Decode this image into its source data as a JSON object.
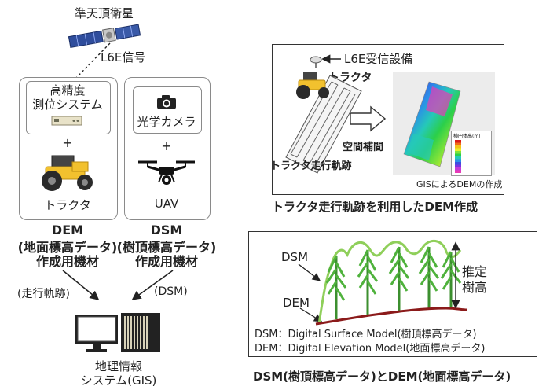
{
  "left": {
    "satellite_label": "準天頂衛星",
    "signal_label": "L6E信号",
    "box1": {
      "device_label_line1": "高精度",
      "device_label_line2": "測位システム",
      "plus": "+",
      "vehicle_label": "トラクタ",
      "title_line1": "DEM",
      "title_line2": "(地面標高データ)",
      "title_line3": "作成用機材"
    },
    "box2": {
      "device_label": "光学カメラ",
      "plus": "+",
      "vehicle_label": "UAV",
      "title_line1": "DSM",
      "title_line2": "(樹頂標高データ)",
      "title_line3": "作成用機材"
    },
    "arrow_left_label": "(走行軌跡)",
    "arrow_right_label": "(DSM)",
    "gis_label_line1": "地理情報",
    "gis_label_line2": "システム(GIS)"
  },
  "top_right": {
    "receiver_label": "L6E受信設備",
    "tractor_label": "トラクタ",
    "interp_label": "空間補間",
    "track_label": "トラクタ走行軌跡",
    "gis_dem_label": "GISによるDEMの作成",
    "legend_title": "横円体高(m)",
    "legend_colors": [
      "#d81b1b",
      "#f06a1a",
      "#f3c21a",
      "#e8f02a",
      "#7fe23a",
      "#2bcf4a",
      "#25c9b8",
      "#2b8fe8",
      "#3b4fe0",
      "#7a35e0",
      "#c23bd8",
      "#e83bb5"
    ],
    "caption": "トラクタ走行軌跡を利用したDEM作成"
  },
  "bottom_right": {
    "dsm_label": "DSM",
    "dem_label": "DEM",
    "estimate_line1": "推定",
    "estimate_line2": "樹高",
    "legend_line1": "DSM：Digital Surface Model(樹頂標高データ)",
    "legend_line2": "DEM：Digital Elevation Model(地面標高データ)",
    "caption": "DSM(樹頂標高データ)とDEM(地面標高データ)"
  }
}
